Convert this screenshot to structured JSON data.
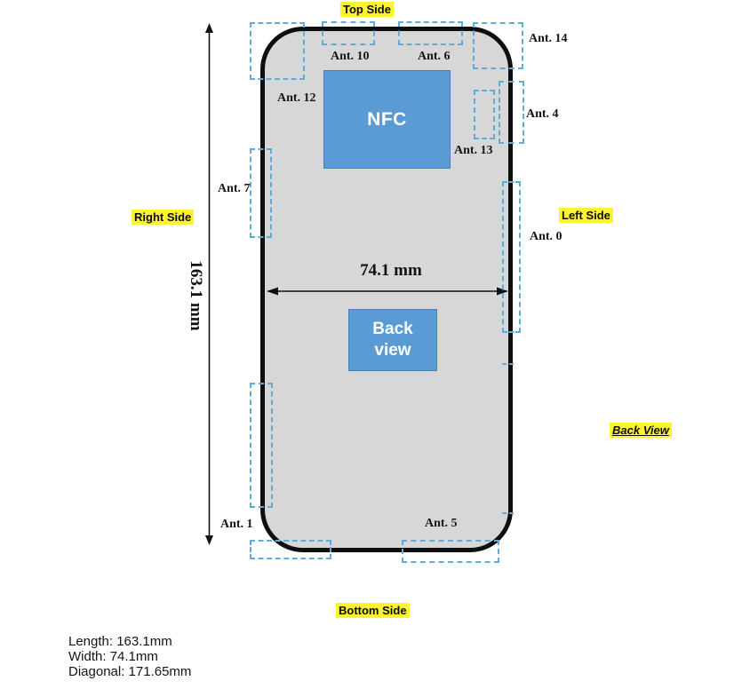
{
  "side_labels": {
    "top": "Top Side",
    "right": "Right Side",
    "left": "Left Side",
    "bottom": "Bottom Side",
    "back": "Back View"
  },
  "antennas": {
    "ant0": {
      "label": "Ant. 0"
    },
    "ant1": {
      "label": "Ant. 1"
    },
    "ant4": {
      "label": "Ant. 4"
    },
    "ant5": {
      "label": "Ant. 5"
    },
    "ant6": {
      "label": "Ant. 6"
    },
    "ant7": {
      "label": "Ant. 7"
    },
    "ant10": {
      "label": "Ant. 10"
    },
    "ant12": {
      "label": "Ant. 12"
    },
    "ant13": {
      "label": "Ant. 13"
    },
    "ant14": {
      "label": "Ant. 14"
    }
  },
  "components": {
    "nfc": {
      "label": "NFC"
    },
    "back_view": {
      "line1": "Back",
      "line2": "view"
    }
  },
  "dimensions": {
    "width_label": "74.1 mm",
    "length_label": "163.1 mm"
  },
  "footer": {
    "length": "Length: 163.1mm",
    "width": "Width: 74.1mm",
    "diagonal": "Diagonal: 171.65mm"
  },
  "colors": {
    "highlight_yellow": "#FDF32E",
    "component_blue": "#5B9BD5",
    "dashed_cyan": "#5FADD6",
    "phone_fill": "#D7D7D7",
    "outline_black": "#0E0E0E"
  }
}
